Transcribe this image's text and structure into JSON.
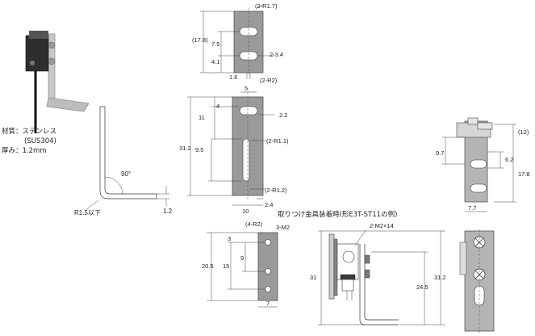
{
  "material": {
    "line1": "材質：ステンレス",
    "line2": "(SUS304)",
    "line3": "厚み：1.2mm"
  },
  "side_profile": {
    "angle": "90°",
    "radius": "R1.5以下",
    "thickness": "1.2"
  },
  "top_plate": {
    "r17": "(2-R1.7)",
    "h178": "(17.8)",
    "d75": "7.5",
    "d41": "4.1",
    "d34": "2-3.4",
    "d16": "1.6"
  },
  "mid_plate": {
    "r2": "(2-R2)",
    "d5": "5",
    "d4": "4",
    "d11": "11",
    "d22": "2.2",
    "d312": "31.2",
    "d95": "9.5",
    "r11": "(2-R1.1)",
    "r12": "(2-R1.2)",
    "d24": "2.4",
    "d10": "10"
  },
  "bottom_plate": {
    "r2": "(4-R2)",
    "m2": "3-M2",
    "d3": "3",
    "d9": "9",
    "d205": "20.5",
    "d15": "15",
    "d7": "7"
  },
  "right_view": {
    "d12": "(12)",
    "d97": "9.7",
    "d62": "6.2",
    "d178": "17.8",
    "d77": "7.7"
  },
  "mounted": {
    "title": "取りつけ金具装着時(形E3T-ST11の例)",
    "m2x14": "2-M2×14",
    "d31": "31",
    "d312": "31.2",
    "d245": "24.5"
  }
}
